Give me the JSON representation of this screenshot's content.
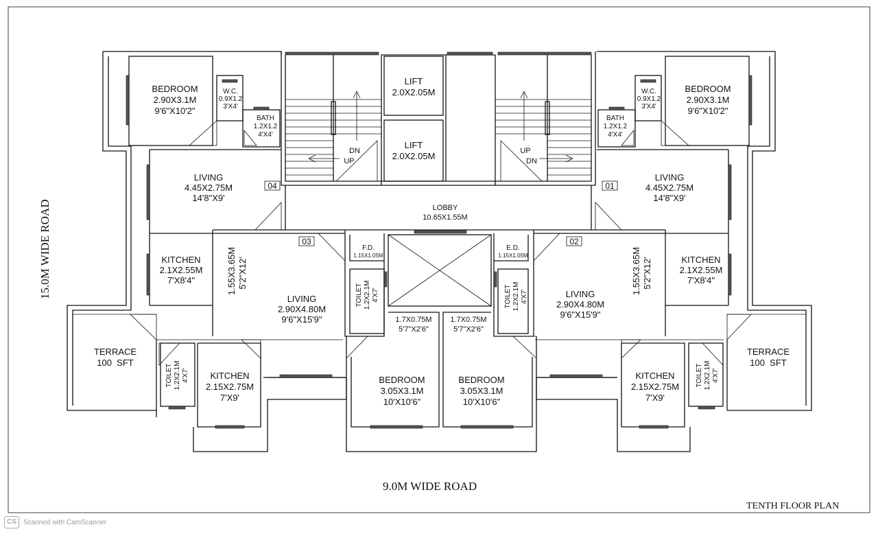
{
  "plan_title": "TENTH FLOOR PLAN",
  "road_left": "15.0M WIDE ROAD",
  "road_bottom": "9.0M WIDE ROAD",
  "watermark": {
    "logo": "CS",
    "text": "Scanned with CamScanner"
  },
  "flats": {
    "f01": "01",
    "f02": "02",
    "f03": "03",
    "f04": "04"
  },
  "core": {
    "lift1": [
      "LIFT",
      "2.0X2.05M"
    ],
    "lift2": [
      "LIFT",
      "2.0X2.05M"
    ],
    "lobby": [
      "LOBBY",
      "10.65X1.55M"
    ],
    "fd_left": [
      "F.D.",
      "1.15X1.05M"
    ],
    "ed_right": [
      "E.D.",
      "1.15X1.05M"
    ],
    "stair_left": {
      "dn": "DN",
      "up": "UP"
    },
    "stair_right": {
      "up": "UP",
      "dn": "DN"
    }
  },
  "rooms": {
    "bed_tl": [
      "BEDROOM",
      "2.90X3.1M",
      "9'6\"X10'2\""
    ],
    "bed_tr": [
      "BEDROOM",
      "2.90X3.1M",
      "9'6\"X10'2\""
    ],
    "wc_l": [
      "W.C.",
      "0.9X1.2",
      "3'X4'"
    ],
    "wc_r": [
      "W.C.",
      "0.9X1.2",
      "3'X4'"
    ],
    "bath_l": [
      "BATH",
      "1.2X1.2",
      "4'X4'"
    ],
    "bath_r": [
      "BATH",
      "1.2X1.2",
      "4'X4'"
    ],
    "living_l": [
      "LIVING",
      "4.45X2.75M",
      "14'8\"X9'"
    ],
    "living_r": [
      "LIVING",
      "4.45X2.75M",
      "14'8\"X9'"
    ],
    "kitchen_l": [
      "KITCHEN",
      "2.1X2.55M",
      "7'X8'4\""
    ],
    "kitchen_r": [
      "KITCHEN",
      "2.1X2.55M",
      "7'X8'4\""
    ],
    "living_c3": [
      "LIVING",
      "2.90X4.80M",
      "9'6\"X15'9\""
    ],
    "living_c2": [
      "LIVING",
      "2.90X4.80M",
      "9'6\"X15'9\""
    ],
    "vert_l": [
      "1.55X3.65M",
      "5'2\"X12'"
    ],
    "vert_r": [
      "1.55X3.65M",
      "5'2\"X12'"
    ],
    "toilet_cl": [
      "TOILET",
      "1.2X2.1M",
      "4'X7'"
    ],
    "toilet_cr": [
      "TOILET",
      "1.2X2.1M",
      "4'X7'"
    ],
    "passage_l": [
      "1.7X0.75M",
      "5'7\"X2'6\""
    ],
    "passage_r": [
      "1.7X0.75M",
      "5'7\"X2'6\""
    ],
    "bed_bl": [
      "BEDROOM",
      "3.05X3.1M",
      "10'X10'6\""
    ],
    "bed_br": [
      "BEDROOM",
      "3.05X3.1M",
      "10'X10'6\""
    ],
    "terrace_l": [
      "TERRACE",
      "100  SFT"
    ],
    "terrace_r": [
      "TERRACE",
      "100  SFT"
    ],
    "toilet_bl": [
      "TOILET",
      "1.2X2.1M",
      "4'X7'"
    ],
    "toilet_br": [
      "TOILET",
      "1.2X2.1M",
      "4'X7'"
    ],
    "kit_bl": [
      "KITCHEN",
      "2.15X2.75M",
      "7'X9'"
    ],
    "kit_br": [
      "KITCHEN",
      "2.15X2.75M",
      "7'X9'"
    ]
  }
}
